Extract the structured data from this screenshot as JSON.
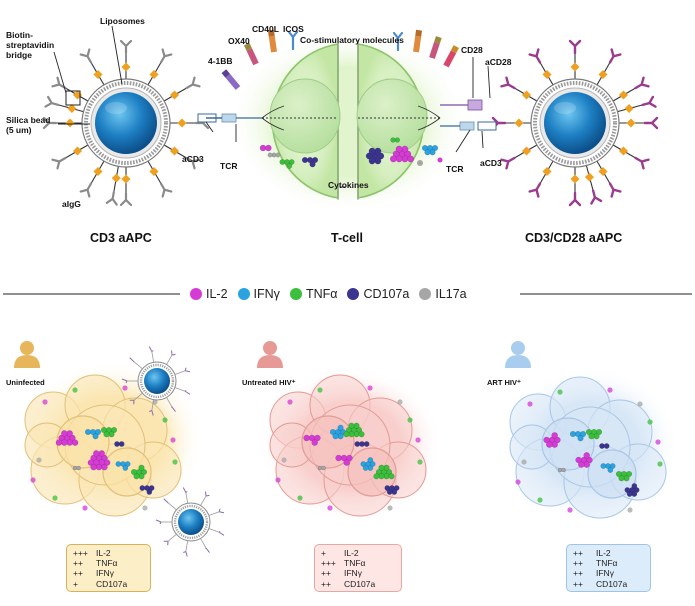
{
  "top": {
    "labels": {
      "liposomes": "Liposomes",
      "biotin": "Biotin-\nstreptavidin\nbridge",
      "silica": "Silica bead\n(5 um)",
      "aigg": "aIgG",
      "acd3_left": "aCD3",
      "tcr_left": "TCR",
      "bb41": "4-1BB",
      "ox40": "OX40",
      "cd40l": "CD40L",
      "icos": "ICOS",
      "costim": "Co-stimulatory molecules",
      "cd28": "CD28",
      "acd28": "aCD28",
      "acd3_right": "aCD3",
      "tcr_right": "TCR",
      "cytokines": "Cytokines"
    },
    "titles": {
      "left": "CD3 aAPC",
      "center": "T-cell",
      "right": "CD3/CD28 aAPC"
    }
  },
  "legend": [
    {
      "label": "IL-2",
      "color": "#d63bd6"
    },
    {
      "label": "IFNγ",
      "color": "#2aa3e0"
    },
    {
      "label": "TNFα",
      "color": "#3cbf3c"
    },
    {
      "label": "CD107a",
      "color": "#3b3590"
    },
    {
      "label": "IL17a",
      "color": "#a6a6a6"
    }
  ],
  "panels": [
    {
      "label": "Uninfected",
      "icon_color": "#e8b65a",
      "box_bg": "#fcefc8",
      "box_border": "#d9b15a",
      "rows": [
        {
          "level": "+++",
          "name": "IL-2"
        },
        {
          "level": "++",
          "name": "TNFα"
        },
        {
          "level": "++",
          "name": "IFNγ"
        },
        {
          "level": "+",
          "name": "CD107a"
        }
      ]
    },
    {
      "label": "Untreated HIV⁺",
      "icon_color": "#e79a95",
      "box_bg": "#fde6e4",
      "box_border": "#e8a7a2",
      "rows": [
        {
          "level": "+",
          "name": "IL-2"
        },
        {
          "level": "+++",
          "name": "TNFα"
        },
        {
          "level": "++",
          "name": "IFNγ"
        },
        {
          "level": "++",
          "name": "CD107a"
        }
      ]
    },
    {
      "label": "ART HIV⁺",
      "icon_color": "#a9cdef",
      "box_bg": "#dcecfa",
      "box_border": "#9fc4e8",
      "rows": [
        {
          "level": "++",
          "name": "IL-2"
        },
        {
          "level": "++",
          "name": "TNFα"
        },
        {
          "level": "++",
          "name": "IFNγ"
        },
        {
          "level": "++",
          "name": "CD107a"
        }
      ]
    }
  ]
}
